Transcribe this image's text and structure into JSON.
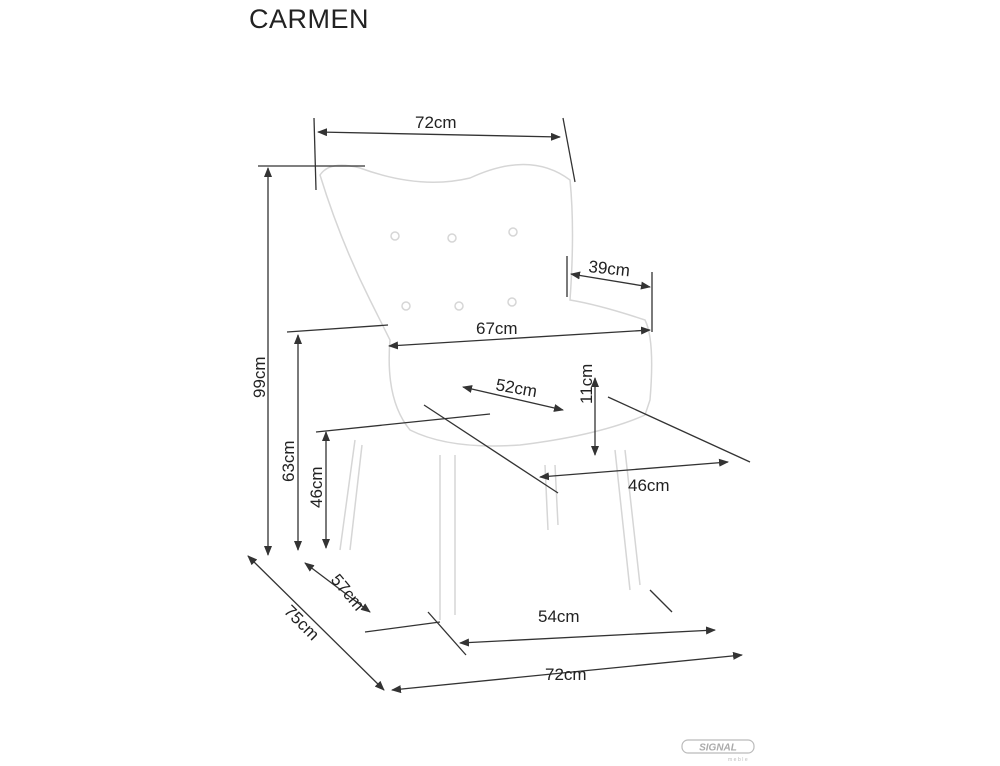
{
  "title": "CARMEN",
  "dimensions": {
    "width_top": "72cm",
    "height_total": "99cm",
    "armrest_height": "63cm",
    "seat_height": "46cm",
    "armrest_depth": "39cm",
    "inner_width": "67cm",
    "seat_depth": "52cm",
    "cushion_thickness": "11cm",
    "seat_width": "46cm",
    "leg_depth": "57cm",
    "leg_width": "54cm",
    "depth_total": "75cm",
    "width_bottom": "72cm"
  },
  "logo": {
    "brand": "SIGNAL",
    "sub": "meble"
  }
}
